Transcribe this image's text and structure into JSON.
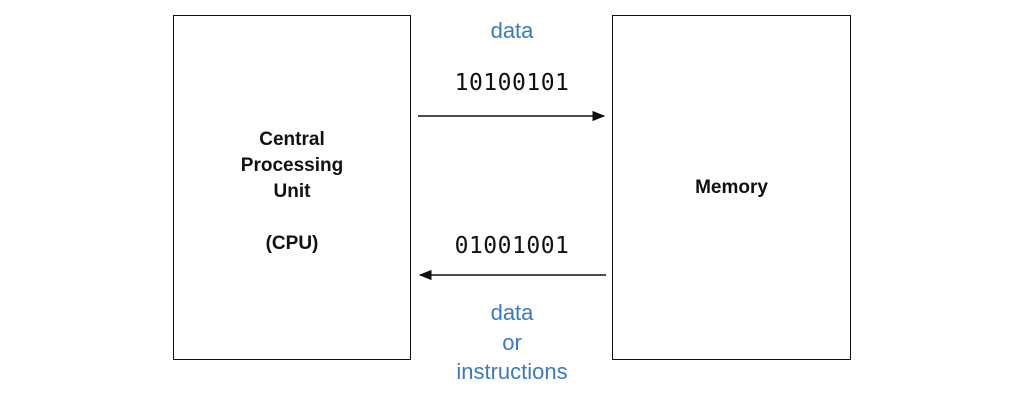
{
  "cpu": {
    "lines": [
      "Central",
      "Processing",
      "Unit"
    ],
    "abbr": "(CPU)"
  },
  "memory": {
    "label": "Memory"
  },
  "top_channel": {
    "label": "data",
    "bits": "10100101",
    "direction": "cpu-to-memory"
  },
  "bottom_channel": {
    "bits": "01001001",
    "labels": [
      "data",
      "or",
      "instructions"
    ],
    "direction": "memory-to-cpu"
  },
  "colors": {
    "label_blue": "#3a7abf",
    "stroke": "#111111"
  }
}
